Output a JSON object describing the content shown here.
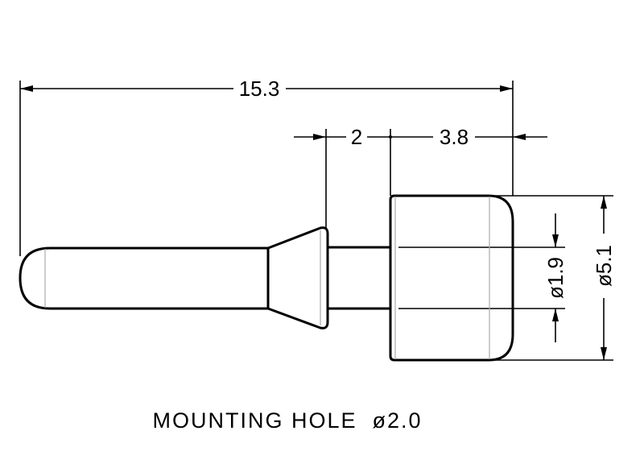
{
  "dimensions": {
    "overall_length": "15.3",
    "cone_length": "2",
    "head_length": "3.8",
    "inner_diameter": "ø1.9",
    "head_diameter": "ø5.1"
  },
  "caption": "MOUNTING HOLE  ø2.0"
}
